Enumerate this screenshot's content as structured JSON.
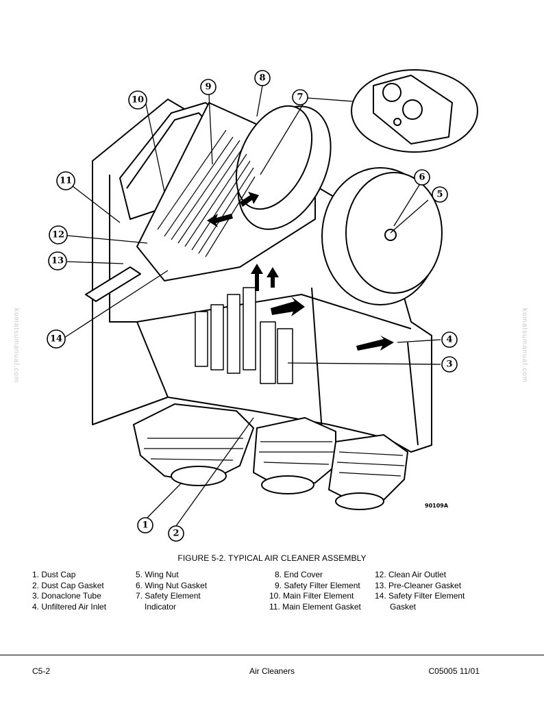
{
  "figure": {
    "ref_code": "90109A",
    "callouts": [
      "1",
      "2",
      "3",
      "4",
      "5",
      "6",
      "7",
      "8",
      "9",
      "10",
      "11",
      "12",
      "13",
      "14"
    ]
  },
  "caption": "FIGURE 5-2. TYPICAL AIR CLEANER ASSEMBLY",
  "legend": {
    "col1": [
      "1. Dust Cap",
      "2. Dust Cap Gasket",
      "3. Donaclone Tube",
      "4. Unfiltered Air Inlet"
    ],
    "col2": [
      "5. Wing Nut",
      "6. Wing Nut Gasket",
      "7. Safety Element",
      "Indicator"
    ],
    "col3": [
      "8. End Cover",
      "9. Safety Filter Element",
      "10. Main Filter Element",
      "11. Main Element Gasket"
    ],
    "col4": [
      "12. Clean Air Outlet",
      "13. Pre-Cleaner Gasket",
      "14. Safety Filter Element",
      "Gasket"
    ]
  },
  "footer": {
    "left": "C5-2",
    "center": "Air Cleaners",
    "right": "C05005 11/01"
  },
  "watermark": "komatsumanual.com"
}
